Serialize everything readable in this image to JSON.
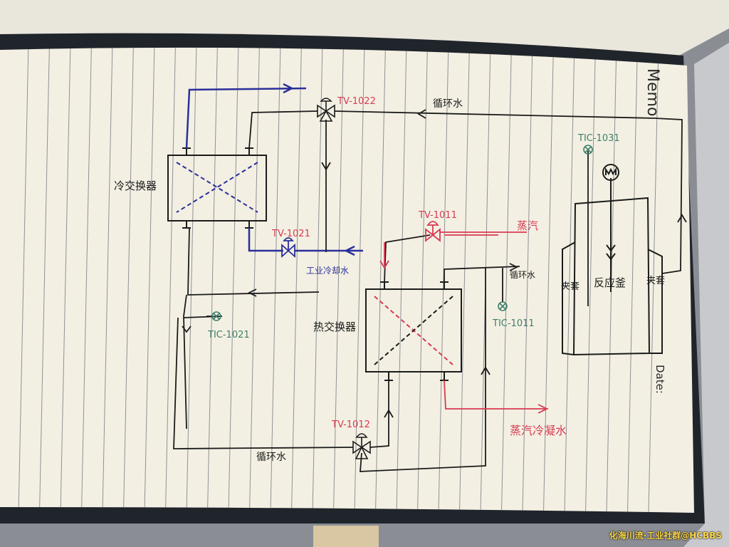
{
  "notebook": {
    "memo_label": "Memo",
    "date_label": "Date:"
  },
  "equipment": {
    "cooling_exchanger": "冷交换器",
    "heating_exchanger": "热交换器",
    "reactor": "反应釜",
    "jacket": "夹套"
  },
  "instruments": {
    "tv_1022": "TV-1022",
    "tv_1021": "TV-1021",
    "tv_1011": "TV-1011",
    "tv_1012": "TV-1012",
    "tic_1021": "TIC-1021",
    "tic_1011": "TIC-1011",
    "tic_1031": "TIC-1031"
  },
  "streams": {
    "circulating_water": "循环水",
    "steam": "蒸汽",
    "industrial_cooling_water": "工业冷却水",
    "steam_condensate": "蒸汽冷凝水"
  },
  "watermark": "化海川流·工业社群@HCBBS",
  "colors": {
    "ink": "#1b1b1b",
    "blue": "#2a2f9a",
    "red": "#d83a52",
    "green": "#3d7f6a",
    "paper": "#f3f0e3",
    "rule": "#8e9094"
  }
}
